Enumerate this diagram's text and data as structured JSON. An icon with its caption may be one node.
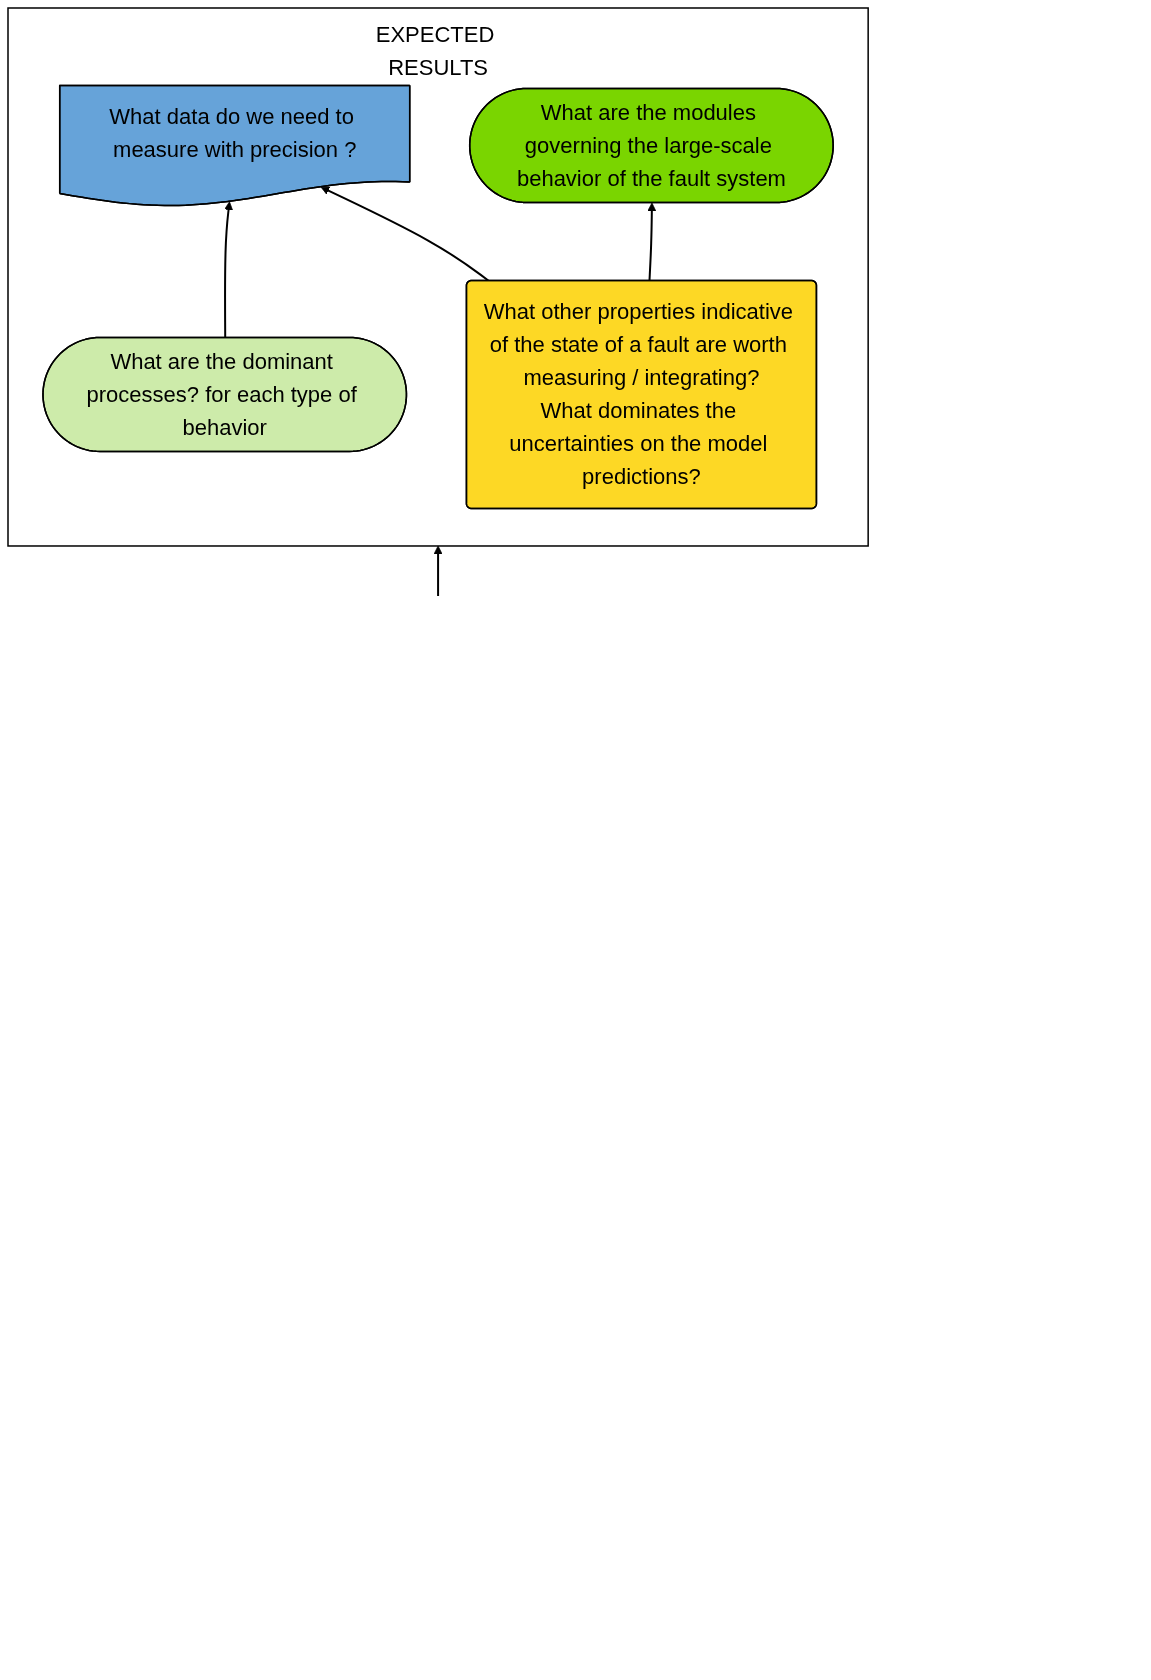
{
  "diagram": {
    "nodes": [
      {
        "text": [
          "EXPECTED RESULTS"
        ]
      },
      {
        "text": [
          "What data do we need to measure with precision ?"
        ],
        "in": 0
      },
      {
        "text": [
          "What are the dominant processes? for each type of behavior"
        ],
        "in": 0
      },
      {
        "text": [
          "What are the modules governing the large-scale behavior of the fault system"
        ],
        "in": 0
      },
      {
        "text": [
          "What other properties indicative of the state of a fault are worth measuring / integrating?",
          "What dominates the uncertainties on the model predictions?"
        ],
        "in": 0
      }
    ],
    "edges": [
      {
        "from": null,
        "to": 0,
        "arrow": "to"
      },
      {
        "from": 4,
        "to": 1,
        "arrow": "to"
      },
      {
        "from": 2,
        "to": 1,
        "arrow": "to"
      },
      {
        "from": 4,
        "to": 3,
        "arrow": "to"
      }
    ]
  }
}
